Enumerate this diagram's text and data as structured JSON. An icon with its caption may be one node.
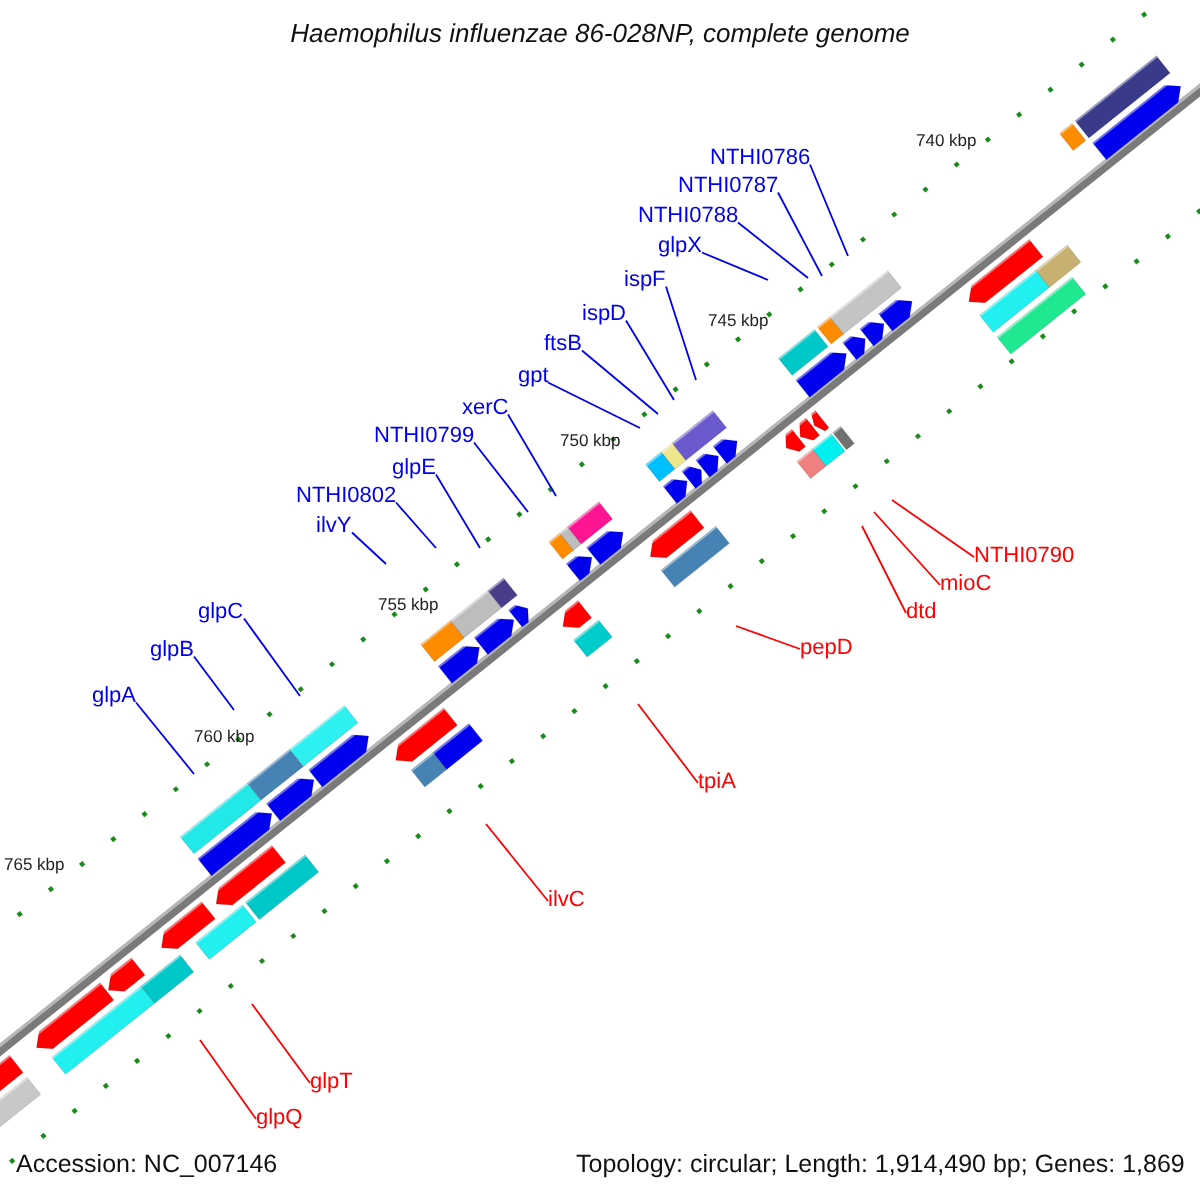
{
  "diagram": {
    "title": "Haemophilus influenzae 86-028NP, complete genome",
    "nodes": [
      {
        "text": [
          "NTHI0786"
        ]
      },
      {
        "text": [
          "NTHI0787"
        ]
      },
      {
        "text": [
          "NTHI0788"
        ]
      },
      {
        "text": [
          "glpX"
        ]
      },
      {
        "text": [
          "ispF"
        ]
      },
      {
        "text": [
          "ispD"
        ]
      },
      {
        "text": [
          "ftsB"
        ]
      },
      {
        "text": [
          "gpt"
        ]
      },
      {
        "text": [
          "xerC"
        ]
      },
      {
        "text": [
          "NTHI0799"
        ]
      },
      {
        "text": [
          "glpE"
        ]
      },
      {
        "text": [
          "NTHI0802"
        ]
      },
      {
        "text": [
          "ilvY"
        ]
      },
      {
        "text": [
          "glpC"
        ]
      },
      {
        "text": [
          "glpB"
        ]
      },
      {
        "text": [
          "glpA"
        ]
      },
      {
        "text": [
          "NTHI0790"
        ]
      },
      {
        "text": [
          "mioC"
        ]
      },
      {
        "text": [
          "dtd"
        ]
      },
      {
        "text": [
          "pepD"
        ]
      },
      {
        "text": [
          "tpiA"
        ]
      },
      {
        "text": [
          "ilvC"
        ]
      },
      {
        "text": [
          "glpT"
        ]
      },
      {
        "text": [
          "glpQ"
        ]
      }
    ],
    "edges": [
      {
        "from": 0,
        "to": null,
        "arrow": "none"
      },
      {
        "from": 1,
        "to": null,
        "arrow": "none"
      },
      {
        "from": 2,
        "to": null,
        "arrow": "none"
      },
      {
        "from": 3,
        "to": null,
        "arrow": "none"
      },
      {
        "from": 4,
        "to": null,
        "arrow": "none"
      },
      {
        "from": 5,
        "to": null,
        "arrow": "none"
      },
      {
        "from": 6,
        "to": null,
        "arrow": "none"
      },
      {
        "from": 7,
        "to": null,
        "arrow": "none"
      },
      {
        "from": 8,
        "to": null,
        "arrow": "none"
      },
      {
        "from": 9,
        "to": null,
        "arrow": "none"
      },
      {
        "from": 10,
        "to": null,
        "arrow": "none"
      },
      {
        "from": 11,
        "to": null,
        "arrow": "none"
      },
      {
        "from": 12,
        "to": null,
        "arrow": "none"
      },
      {
        "from": 13,
        "to": null,
        "arrow": "none"
      },
      {
        "from": 14,
        "to": null,
        "arrow": "none"
      },
      {
        "from": 15,
        "to": null,
        "arrow": "none"
      },
      {
        "from": 16,
        "to": null,
        "arrow": "none",
        "color": "#ff0000"
      },
      {
        "from": 17,
        "to": null,
        "arrow": "none",
        "color": "#ff0000"
      },
      {
        "from": 18,
        "to": null,
        "arrow": "none",
        "color": "#ff0000"
      },
      {
        "from": 19,
        "to": null,
        "arrow": "none",
        "color": "#ff0000"
      },
      {
        "from": 20,
        "to": null,
        "arrow": "none",
        "color": "#ff0000"
      },
      {
        "from": 21,
        "to": null,
        "arrow": "none",
        "color": "#ff0000"
      },
      {
        "from": 22,
        "to": null,
        "arrow": "none",
        "color": "#ff0000"
      },
      {
        "from": 23,
        "to": null,
        "arrow": "none",
        "color": "#ff0000"
      }
    ],
    "labels": [
      "740 kbp",
      "745 kbp",
      "750 kbp",
      "755 kbp",
      "760 kbp",
      "765 kbp",
      "Accession: NC_007146",
      "Topology: circular; Length: 1,914,490 bp; Genes: 1,869"
    ]
  }
}
